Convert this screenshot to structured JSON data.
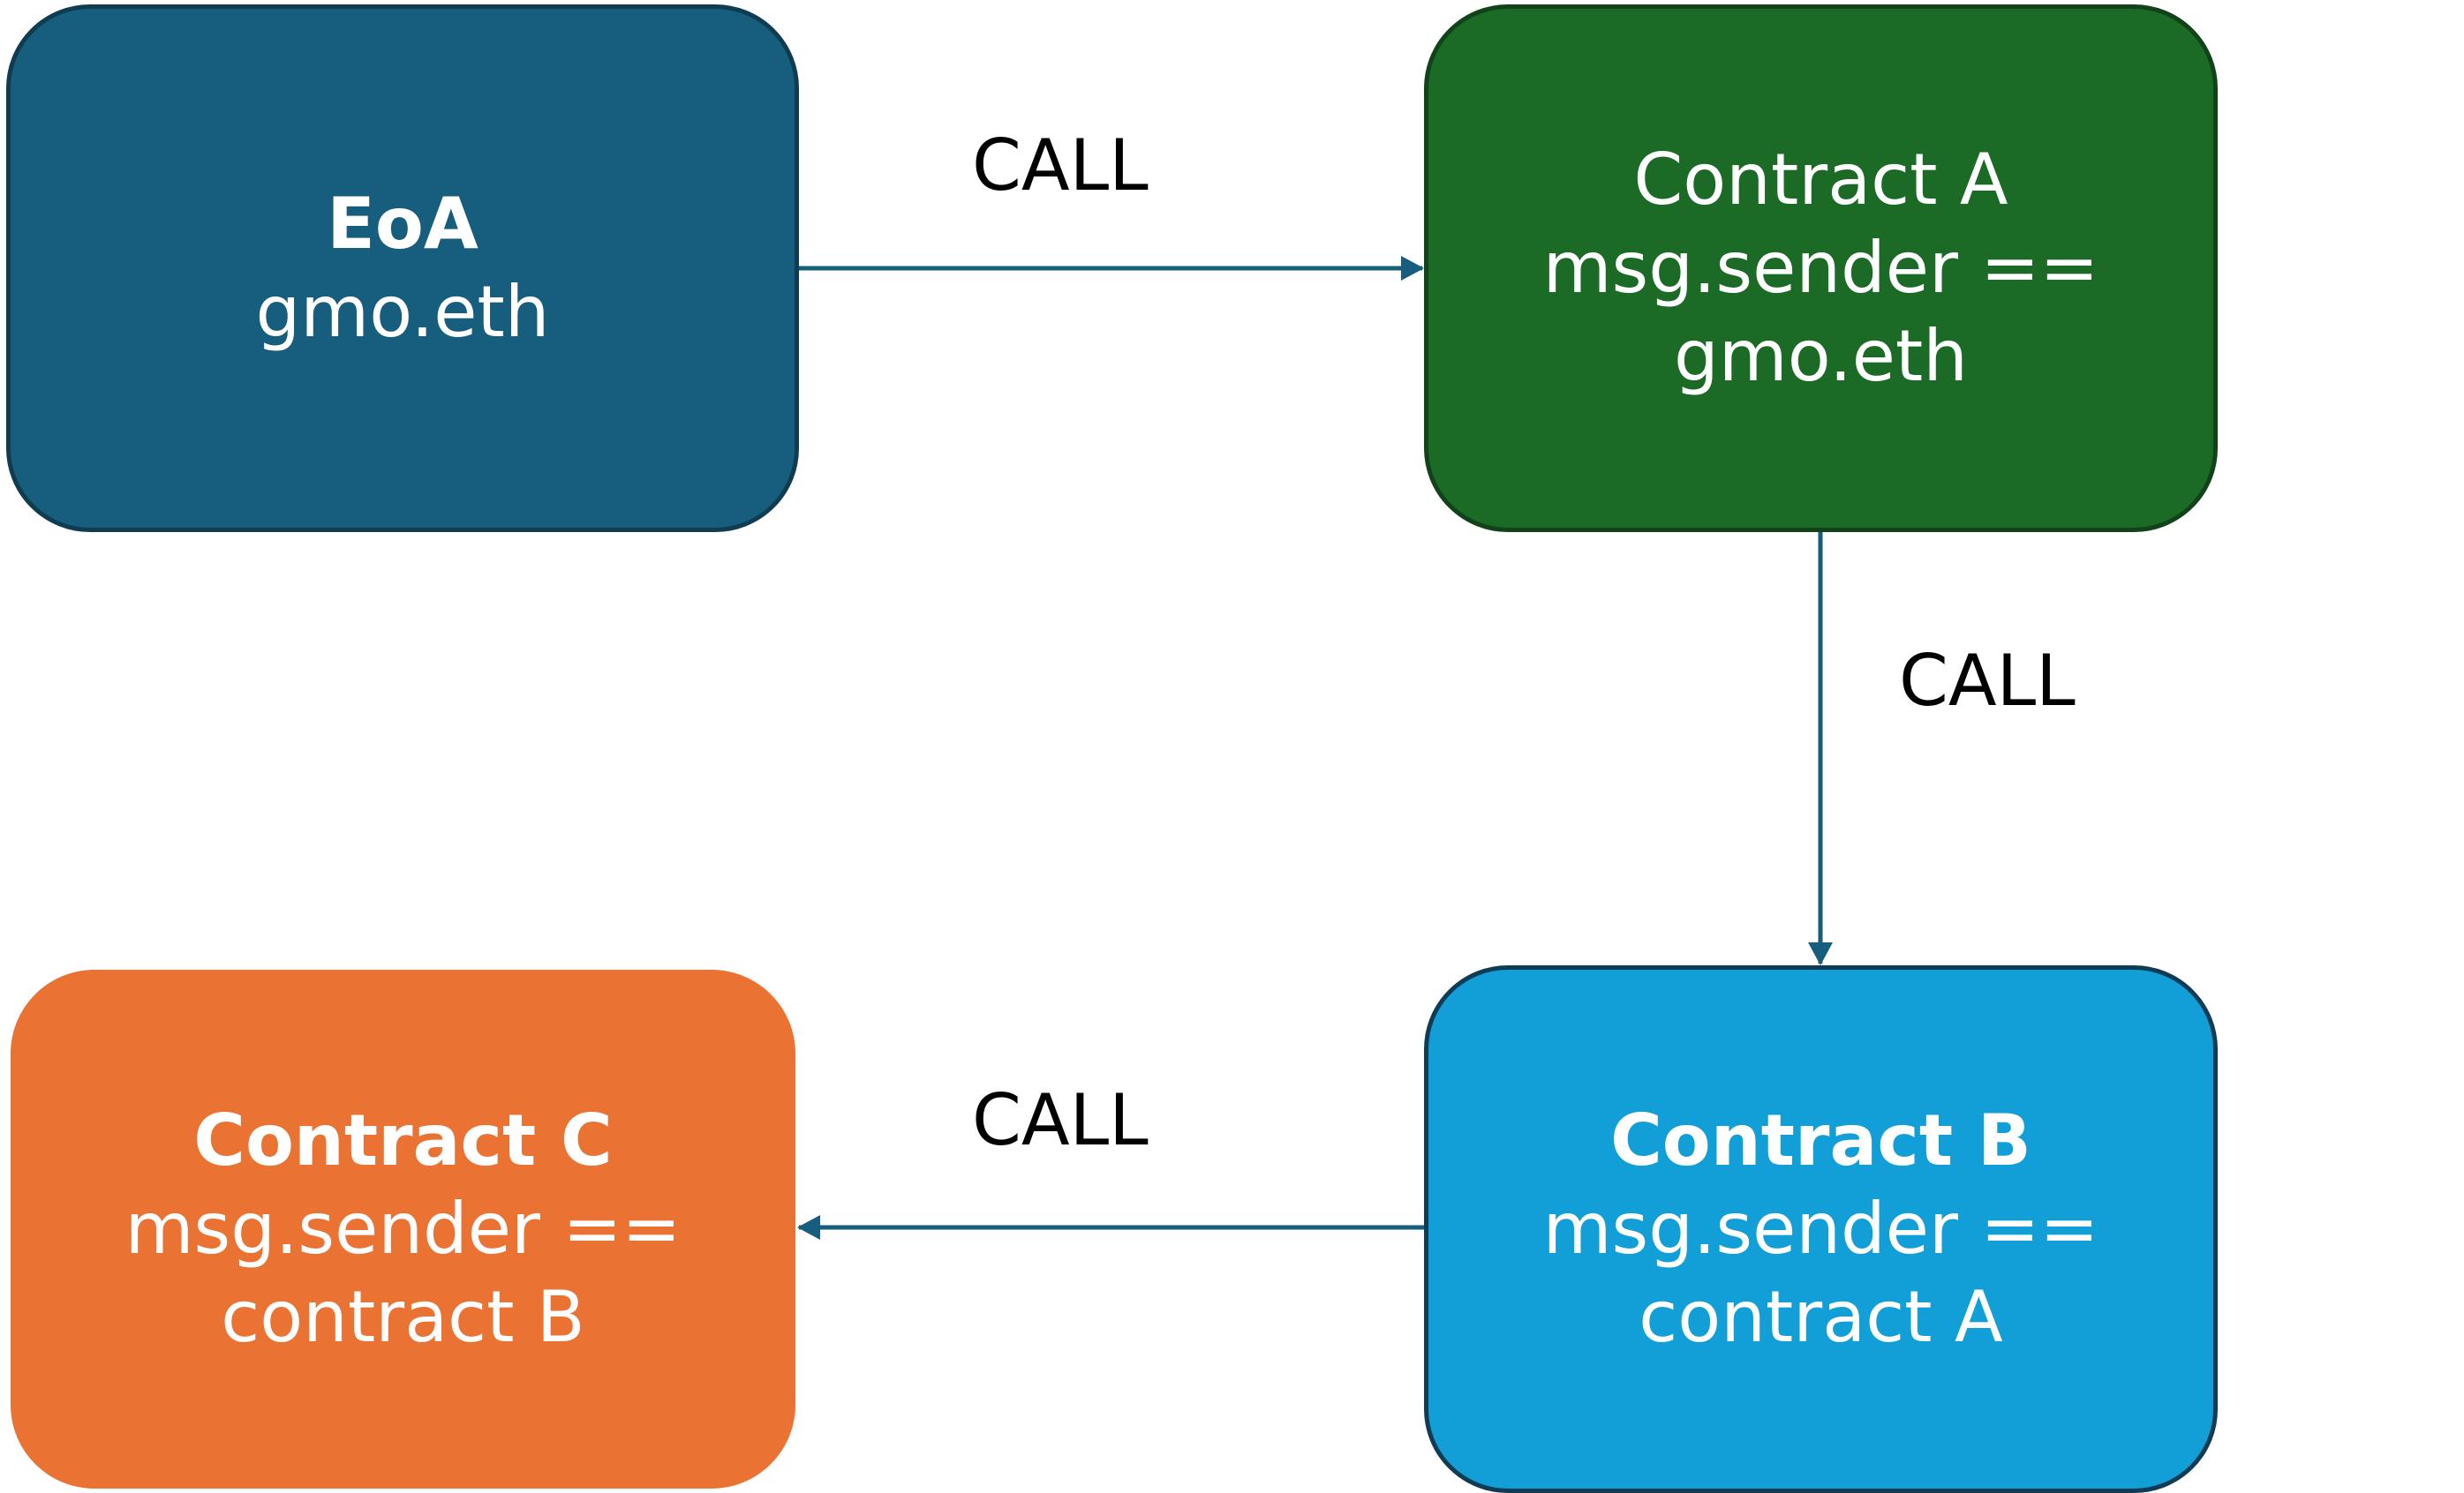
{
  "nodes": {
    "eoa": {
      "title": "EoA",
      "subtitle": "gmo.eth",
      "color": "#175d7d"
    },
    "contract_a": {
      "lines": [
        "Contract A",
        "msg.sender ==",
        "gmo.eth"
      ],
      "color": "#1b6a26"
    },
    "contract_b": {
      "title": "Contract B",
      "line2": "msg.sender ==",
      "line3": "contract A",
      "color": "#129ed6"
    },
    "contract_c": {
      "title": "Contract C",
      "line2": "msg.sender ==",
      "line3": "contract B",
      "color": "#ea7232"
    }
  },
  "edges": [
    {
      "from": "EoA",
      "to": "Contract A",
      "label": "CALL"
    },
    {
      "from": "Contract A",
      "to": "Contract B",
      "label": "CALL"
    },
    {
      "from": "Contract B",
      "to": "Contract C",
      "label": "CALL"
    }
  ],
  "arrow_color": "#175d7d"
}
